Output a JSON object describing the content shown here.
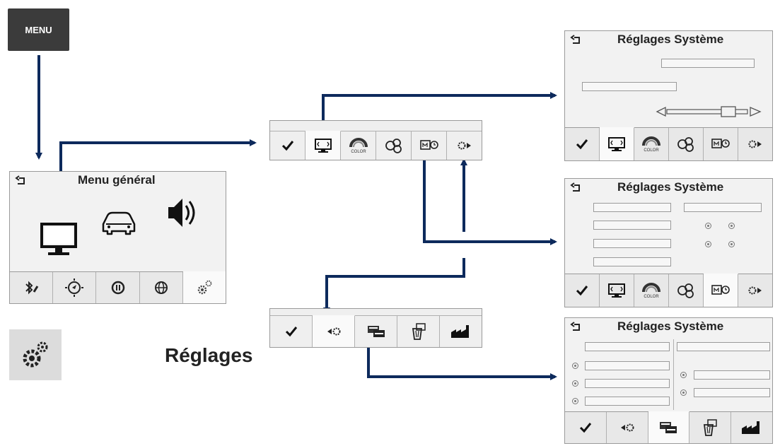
{
  "menu_button": {
    "label": "MENU"
  },
  "main_panel": {
    "title": "Menu général"
  },
  "reglages_label": "Réglages",
  "system_panels": [
    {
      "title": "Réglages Système"
    },
    {
      "title": "Réglages Système"
    },
    {
      "title": "Réglages Système"
    }
  ],
  "icons": {
    "check": "check-icon",
    "display": "display-icon",
    "color": "color-icon",
    "language": "language-icon",
    "units": "units-icon",
    "more_settings": "more-settings-icon",
    "color_text": "COLOR"
  },
  "colors": {
    "arrow": "#0d2a5c",
    "panel_bg": "#f2f2f2",
    "menu_bg": "#3b3b3b"
  }
}
